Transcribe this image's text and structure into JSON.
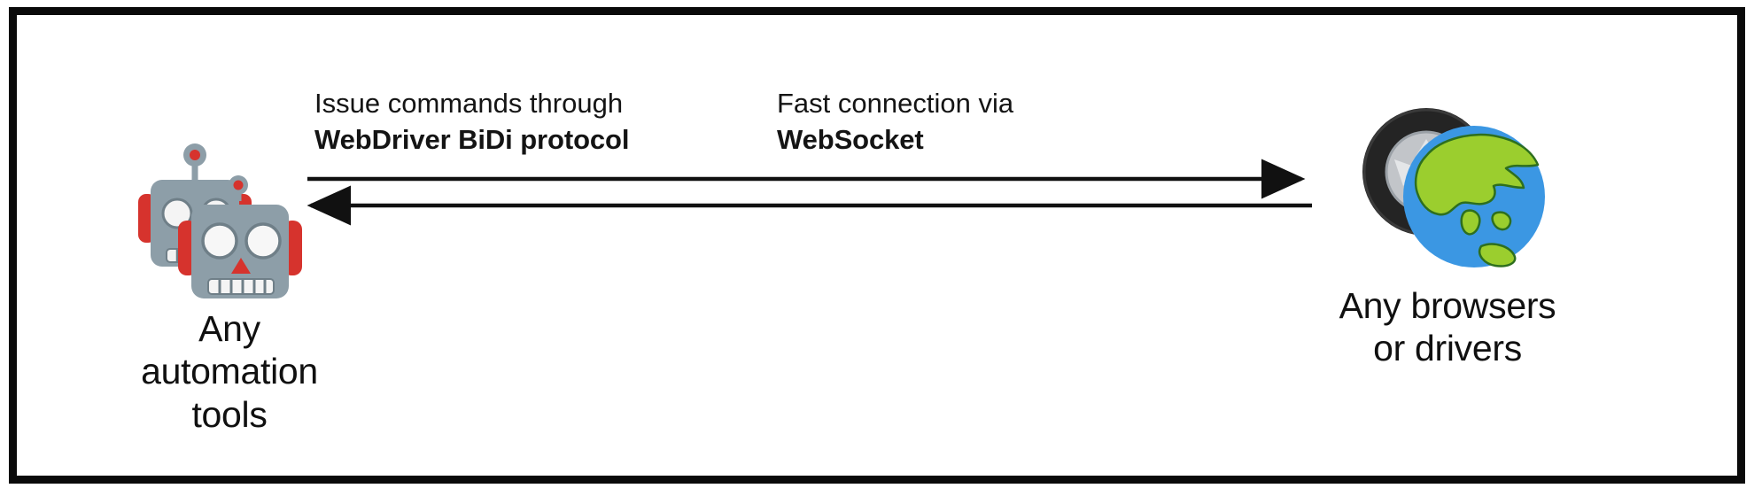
{
  "diagram": {
    "type": "bidirectional-protocol-flow",
    "background_color": "#ffffff",
    "border_color": "#0a0a0a",
    "left_node": {
      "icon": "robots-emoji",
      "label": "Any\nautomation\ntools"
    },
    "right_node": {
      "icon": "globe-wheel-emoji",
      "label": "Any browsers\nor drivers"
    },
    "connections": [
      {
        "id": "commands",
        "direction": "left-to-right",
        "caption_line1": "Issue commands through",
        "caption_line2": "WebDriver BiDi protocol",
        "arrow_color": "#111111"
      },
      {
        "id": "connection",
        "direction": "right-to-left",
        "caption_line1": "Fast connection via",
        "caption_line2": "WebSocket",
        "arrow_color": "#111111"
      }
    ],
    "palette": {
      "robot_body": "#8d9ea8",
      "robot_accent": "#d6332d",
      "robot_eye": "#f7f7f7",
      "globe_land": "#9bce2e",
      "globe_ocean": "#3b97e3",
      "wheel_tire": "#2b2b2b",
      "wheel_rim": "#b9bcc0"
    }
  }
}
